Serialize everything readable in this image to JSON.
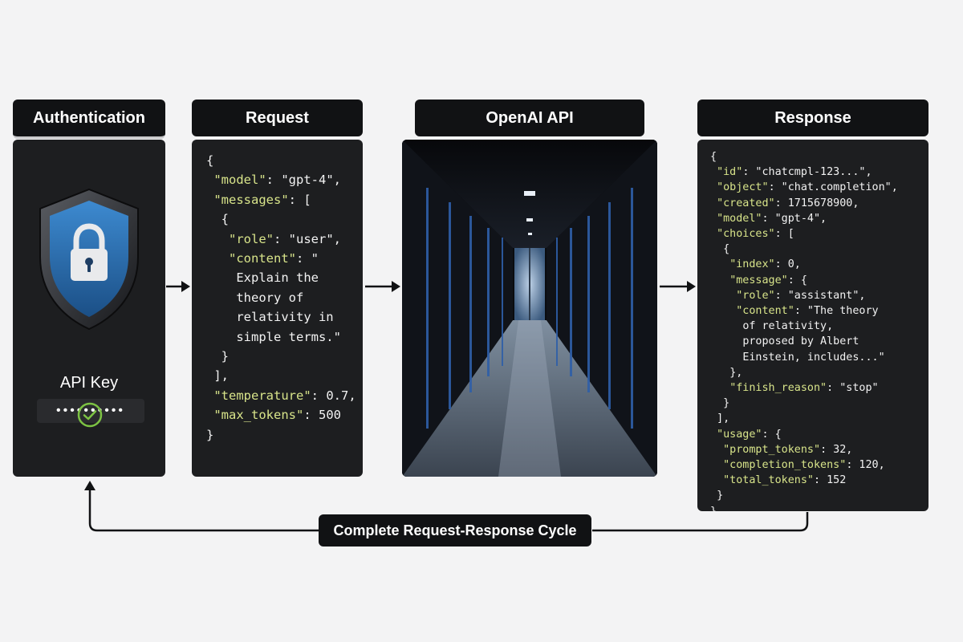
{
  "authentication": {
    "title": "Authentication",
    "api_key_label": "API Key",
    "api_key_value": "••••••••••",
    "icons": [
      "shield-lock-icon",
      "check-circle-icon"
    ],
    "check_color": "#7cc243"
  },
  "request": {
    "title": "Request",
    "lines": [
      {
        "i": 0,
        "t": "{"
      },
      {
        "i": 1,
        "k": "\"model\"",
        "t": ": \"gpt-4\","
      },
      {
        "i": 1,
        "k": "\"messages\"",
        "t": ": ["
      },
      {
        "i": 2,
        "t": "{"
      },
      {
        "i": 3,
        "k": "\"role\"",
        "t": ": \"user\","
      },
      {
        "i": 3,
        "k": "\"content\"",
        "t": ": \""
      },
      {
        "i": 4,
        "t": "Explain the"
      },
      {
        "i": 4,
        "t": "theory of"
      },
      {
        "i": 4,
        "t": "relativity in"
      },
      {
        "i": 4,
        "t": "simple terms.\""
      },
      {
        "i": 2,
        "t": "}"
      },
      {
        "i": 1,
        "t": "],"
      },
      {
        "i": 1,
        "k": "\"temperature\"",
        "t": ": 0.7,"
      },
      {
        "i": 1,
        "k": "\"max_tokens\"",
        "t": ": 500"
      },
      {
        "i": 0,
        "t": "}"
      }
    ]
  },
  "api": {
    "title": "OpenAI API"
  },
  "response": {
    "title": "Response",
    "lines": [
      {
        "i": 0,
        "t": "{"
      },
      {
        "i": 1,
        "k": "\"id\"",
        "t": ": \"chatcmpl-123...\","
      },
      {
        "i": 1,
        "k": "\"object\"",
        "t": ": \"chat.completion\","
      },
      {
        "i": 1,
        "k": "\"created\"",
        "t": ": 1715678900,"
      },
      {
        "i": 1,
        "k": "\"model\"",
        "t": ": \"gpt-4\","
      },
      {
        "i": 1,
        "k": "\"choices\"",
        "t": ": ["
      },
      {
        "i": 2,
        "t": "{"
      },
      {
        "i": 3,
        "k": "\"index\"",
        "t": ": 0,"
      },
      {
        "i": 3,
        "k": "\"message\"",
        "t": ": {"
      },
      {
        "i": 4,
        "k": "\"role\"",
        "t": ": \"assistant\","
      },
      {
        "i": 4,
        "k": "\"content\"",
        "t": ": \"The theory"
      },
      {
        "i": 5,
        "t": "of relativity,"
      },
      {
        "i": 5,
        "t": "proposed by Albert"
      },
      {
        "i": 5,
        "t": "Einstein, includes...\""
      },
      {
        "i": 3,
        "t": "},"
      },
      {
        "i": 3,
        "k": "\"finish_reason\"",
        "t": ": \"stop\""
      },
      {
        "i": 2,
        "t": "}"
      },
      {
        "i": 1,
        "t": "],"
      },
      {
        "i": 1,
        "k": "\"usage\"",
        "t": ": {"
      },
      {
        "i": 2,
        "k": "\"prompt_tokens\"",
        "t": ": 32,"
      },
      {
        "i": 2,
        "k": "\"completion_tokens\"",
        "t": ": 120,"
      },
      {
        "i": 2,
        "k": "\"total_tokens\"",
        "t": ": 152"
      },
      {
        "i": 1,
        "t": "}"
      },
      {
        "i": 0,
        "t": "}"
      }
    ]
  },
  "cycle": {
    "label": "Complete Request-Response Cycle"
  },
  "colors": {
    "background": "#f3f3f4",
    "panel": "#1d1e20",
    "label_bar": "#111214",
    "json_key": "#d8e48a",
    "shield_blue": "#2f78b8"
  }
}
